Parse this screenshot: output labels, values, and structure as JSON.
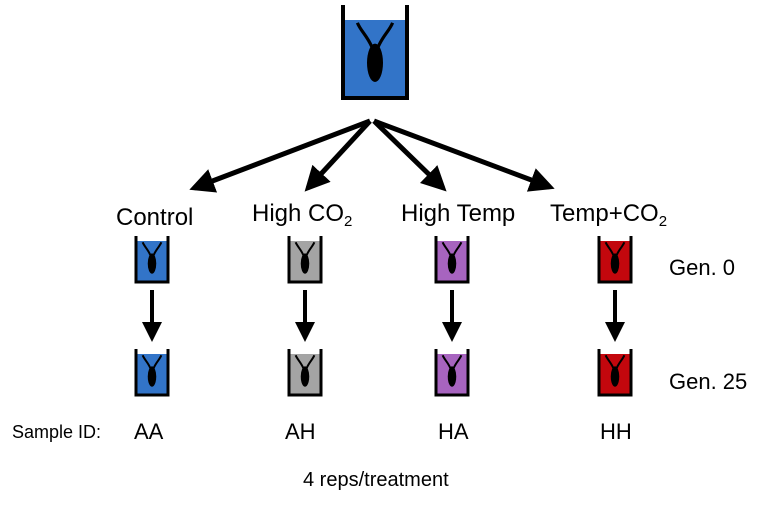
{
  "founder": {
    "color": "#3274c8"
  },
  "treatments": [
    {
      "name": "Control",
      "sub": "",
      "color": "#3274c8",
      "sample_id": "AA"
    },
    {
      "name": "High CO",
      "sub": "2",
      "color": "#a4a4a4",
      "sample_id": "AH"
    },
    {
      "name": "High Temp",
      "sub": "",
      "color": "#a764bf",
      "sample_id": "HA"
    },
    {
      "name": "Temp+CO",
      "sub": "2",
      "color": "#c3070d",
      "sample_id": "HH"
    }
  ],
  "generations": [
    "Gen. 0",
    "Gen. 25"
  ],
  "sample_id_label": "Sample ID:",
  "footer": "4 reps/treatment"
}
